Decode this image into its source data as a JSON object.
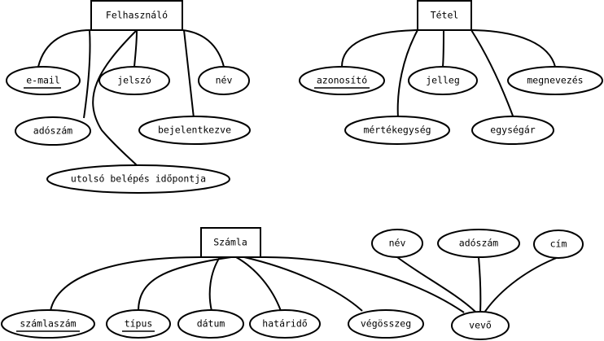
{
  "entities": {
    "felhasznalo": "Felhasználó",
    "tetel": "Tétel",
    "szamla": "Számla"
  },
  "attributes": {
    "felhasznalo": {
      "email": "e-mail",
      "jelszo": "jelszó",
      "nev": "név",
      "adoszam": "adószám",
      "bejelentkezve": "bejelentkezve",
      "utolso_belepes": "utolsó belépés időpontja"
    },
    "tetel": {
      "azonosito": "azonosító",
      "jelleg": "jelleg",
      "megnevezes": "megnevezés",
      "mertekegyseg": "mértékegység",
      "egysegar": "egységár"
    },
    "szamla": {
      "szamlaszam": "számlaszám",
      "tipus": "típus",
      "datum": "dátum",
      "hatarido": "határidő",
      "vegosszeg": "végösszeg",
      "vevo": "vevő"
    },
    "vevo": {
      "nev": "név",
      "adoszam": "adószám",
      "cim": "cím"
    }
  },
  "key_attributes": [
    "e-mail",
    "azonosító",
    "számlaszám",
    "típus"
  ]
}
